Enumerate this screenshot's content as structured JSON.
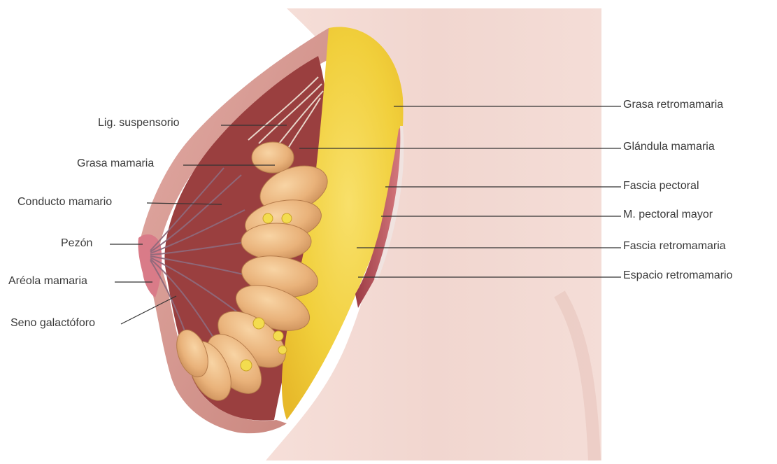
{
  "labels_left": [
    {
      "id": "lig-suspensorio",
      "text": "Lig. suspensorio"
    },
    {
      "id": "grasa-mamaria",
      "text": "Grasa mamaria"
    },
    {
      "id": "conducto-mamario",
      "text": "Conducto mamario"
    },
    {
      "id": "pezon",
      "text": "Pezón"
    },
    {
      "id": "areola-mamaria",
      "text": "Aréola mamaria"
    },
    {
      "id": "seno-galactoforo",
      "text": "Seno galactóforo"
    }
  ],
  "labels_right": [
    {
      "id": "grasa-retromamaria",
      "text": "Grasa retromamaria"
    },
    {
      "id": "glandula-mamaria",
      "text": "Glándula mamaria"
    },
    {
      "id": "fascia-pectoral",
      "text": "Fascia pectoral"
    },
    {
      "id": "m-pectoral-mayor",
      "text": "M. pectoral mayor"
    },
    {
      "id": "fascia-retromamaria",
      "text": "Fascia retromamaria"
    },
    {
      "id": "espacio-retromamario",
      "text": "Espacio retromamario"
    }
  ],
  "colors": {
    "skin": "#efd3cc",
    "skin_shadow": "#d9b2aa",
    "fat": "#f3cf3a",
    "lobes": "#e8b57e",
    "muscle": "#b5484f",
    "leader_line": "#333333",
    "label_text": "#3a3a3a"
  }
}
